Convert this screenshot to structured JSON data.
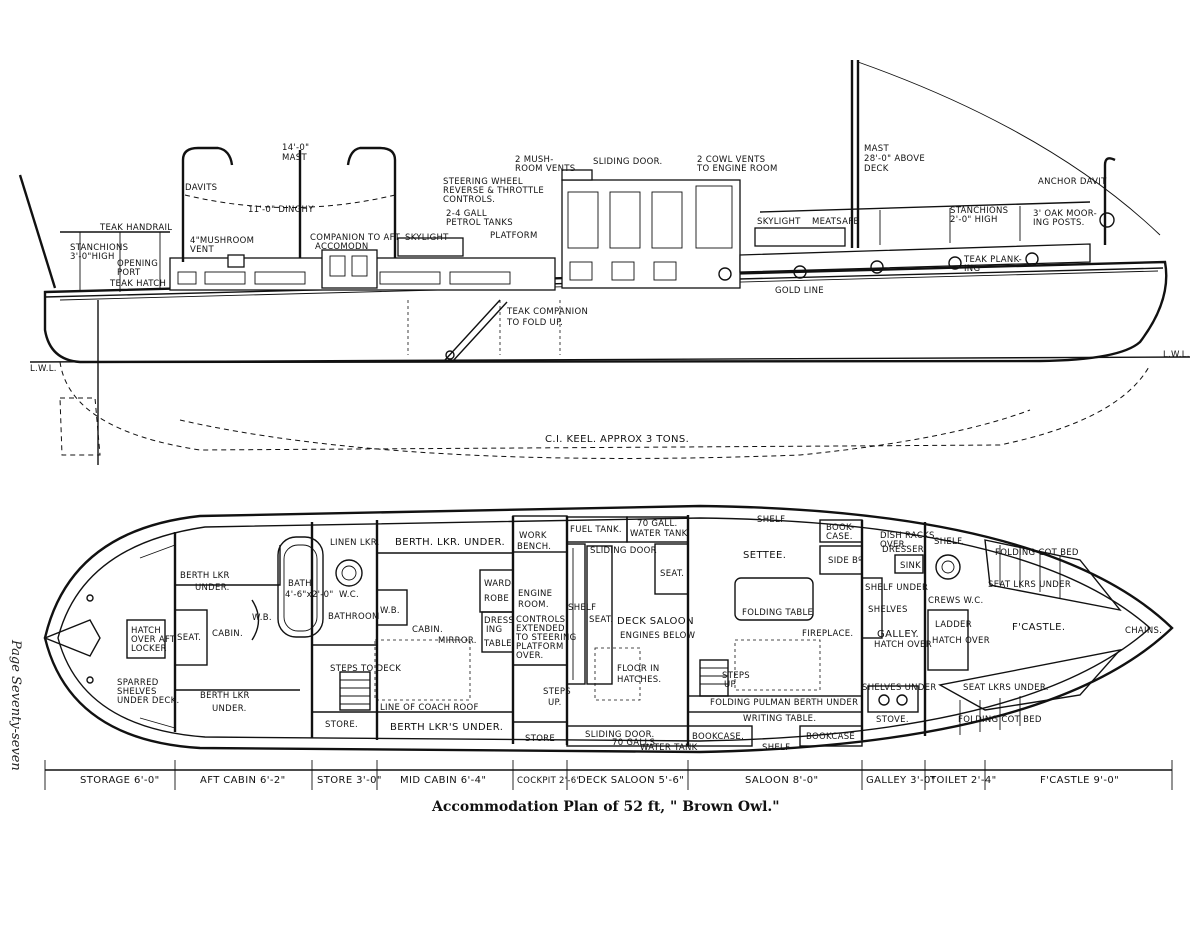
{
  "page_label": "Page Seventy-seven",
  "caption": "Accommodation Plan of 52 ft, \" Brown Owl.\"",
  "profile": {
    "labels": {
      "mast_dinghy": "14'-0\"",
      "mast_dinghy2": "MAST",
      "davits": "DAVITS",
      "dinghy": "11'-0\" DINGHY",
      "teak_handrail": "TEAK HANDRAIL",
      "mushroom_vent1": "4\"MUSHROOM",
      "mushroom_vent2": "VENT",
      "companion1": "COMPANION TO AFT",
      "companion2": "ACCOMODN",
      "skylight_aft": "SKYLIGHT",
      "stanchions_aft1": "STANCHIONS",
      "stanchions_aft2": "3'-0\"HIGH",
      "opening_port1": "OPENING",
      "opening_port2": "PORT",
      "teak_hatch": "TEAK HATCH",
      "steering1": "STEERING WHEEL",
      "steering2": "REVERSE & THROTTLE",
      "steering3": "CONTROLS.",
      "petrol1": "2-4 GALL",
      "petrol2": "PETROL TANKS",
      "platform": "PLATFORM",
      "mush2_1": "2 MUSH-",
      "mush2_2": "ROOM VENTS",
      "sliding_door": "SLIDING DOOR.",
      "cowl1": "2 COWL VENTS",
      "cowl2": "TO ENGINE ROOM",
      "skylight_fwd": "SKYLIGHT",
      "meatsafe": "MEATSAFE",
      "mast1": "MAST",
      "mast2": "28'-0\" ABOVE",
      "mast3": "DECK",
      "anchor_davit": "ANCHOR DAVIT",
      "stanchions_fwd1": "STANCHIONS",
      "stanchions_fwd2": "2'-0\" HIGH",
      "oak1": "3' OAK MOOR-",
      "oak2": "ING POSTS.",
      "teak_plank1": "TEAK PLANK-",
      "teak_plank2": "ING",
      "gold_line": "GOLD LINE",
      "teak_companion1": "TEAK COMPANION",
      "teak_companion2": "TO FOLD UP.",
      "lwl_left": "L.W.L.",
      "lwl_right": "L.W.L.",
      "keel": "C.I. KEEL. APPROX 3 TONS."
    }
  },
  "plan": {
    "labels": {
      "hatch1": "HATCH",
      "hatch2": "OVER AFT",
      "hatch3": "LOCKER",
      "sparred1": "SPARRED",
      "sparred2": "SHELVES",
      "sparred3": "UNDER DECK.",
      "berth_lkr_aft1": "BERTH LKR",
      "berth_lkr_aft2": "UNDER.",
      "seat_aft": "SEAT.",
      "cabin_aft": "CABIN.",
      "wb_aft": "W.B.",
      "berth_lkr_aft3": "BERTH LKR",
      "berth_lkr_aft4": "UNDER.",
      "linen": "LINEN LKR.",
      "bath1": "BATH",
      "bath2": "4'-6\"x2'-0\"",
      "wc_aft": "W.C.",
      "bathroom": "BATHROOM",
      "wb_mid": "W.B.",
      "steps_deck": "STEPS TO DECK",
      "store_aft": "STORE.",
      "berth_lkr_under": "BERTH. LKR. UNDER.",
      "cabin_mid": "CABIN.",
      "mirror": "MIRROR.",
      "line_coach": "LINE OF COACH ROOF",
      "berth_lkrs_under": "BERTH LKR'S UNDER.",
      "wardrobe1": "WARD-",
      "wardrobe2": "ROBE",
      "dressing1": "DRESS",
      "dressing2": "ING",
      "dressing3": "TABLE",
      "work1": "WORK",
      "work2": "BENCH.",
      "engine1": "ENGINE",
      "engine2": "ROOM.",
      "controls1": "CONTROLS",
      "controls2": "EXTENDED",
      "controls3": "TO STEERING",
      "controls4": "PLATFORM",
      "controls5": "OVER.",
      "steps_up1": "STEPS",
      "steps_up2": "UP.",
      "store_mid": "STORE",
      "fuel_tank": "FUEL TANK.",
      "water_tank1": "70 GALL.",
      "water_tank2": "WATER TANK",
      "sliding_top": "SLIDING DOOR",
      "seat_deck1": "SEAT.",
      "seat_deck2": "SEAT.",
      "shelf_deck": "SHELF",
      "deck_saloon": "DECK SALOON",
      "engines_below": "ENGINES BELOW",
      "floor1": "FLOOR IN",
      "floor2": "HATCHES.",
      "sliding_bottom1": "SLIDING DOOR.",
      "sliding_bottom2": "70 GALLS",
      "sliding_bottom3": "WATER TANK",
      "shelf_top": "SHELF",
      "settee": "SETTEE.",
      "bookcase_top1": "BOOK-",
      "bookcase_top2": "CASE.",
      "sideboard": "SIDE Bº",
      "folding_table": "FOLDING TABLE",
      "fireplace": "FIREPLACE.",
      "steps_up3": "STEPS",
      "steps_up4": "UP",
      "pulman": "FOLDING PULMAN BERTH UNDER",
      "writing": "WRITING TABLE.",
      "bookcase_l": "BOOKCASE.",
      "shelf_bottom": "SHELF",
      "bookcase_r": "BOOKCASE",
      "dish1": "DISH RACKS",
      "dish2": "OVER.",
      "dresser": "DRESSER",
      "sink": "SINK",
      "shelf_under": "SHELF UNDER",
      "shelves_v": "SHELVES",
      "galley": "GALLEY.",
      "hatch_over1": "HATCH OVER",
      "shelves_under": "SHELVES UNDER",
      "stove": "STOVE.",
      "shelf_wc": "SHELF.",
      "crews_wc": "CREWS W.C.",
      "ladder": "LADDER",
      "hatch_over2": "HATCH OVER",
      "folding_cot_top": "FOLDING COT BED",
      "seat_lkrs_top": "SEAT LKRS UNDER",
      "fcastle": "F'CASTLE.",
      "seat_lkrs_bottom": "SEAT LKRS UNDER.",
      "folding_cot_bottom": "FOLDING COT BED",
      "chains": "CHAINS."
    },
    "dimensions": [
      "STORAGE 6'-0\"",
      "AFT CABIN 6'-2\"",
      "STORE 3'-0\"",
      "MID CABIN 6'-4\"",
      "COCKPIT 2'-6\"",
      "DECK SALOON 5'-6\"",
      "SALOON 8'-0\"",
      "GALLEY 3'-0\"",
      "TOILET 2'-4\"",
      "F'CASTLE 9'-0\""
    ]
  }
}
